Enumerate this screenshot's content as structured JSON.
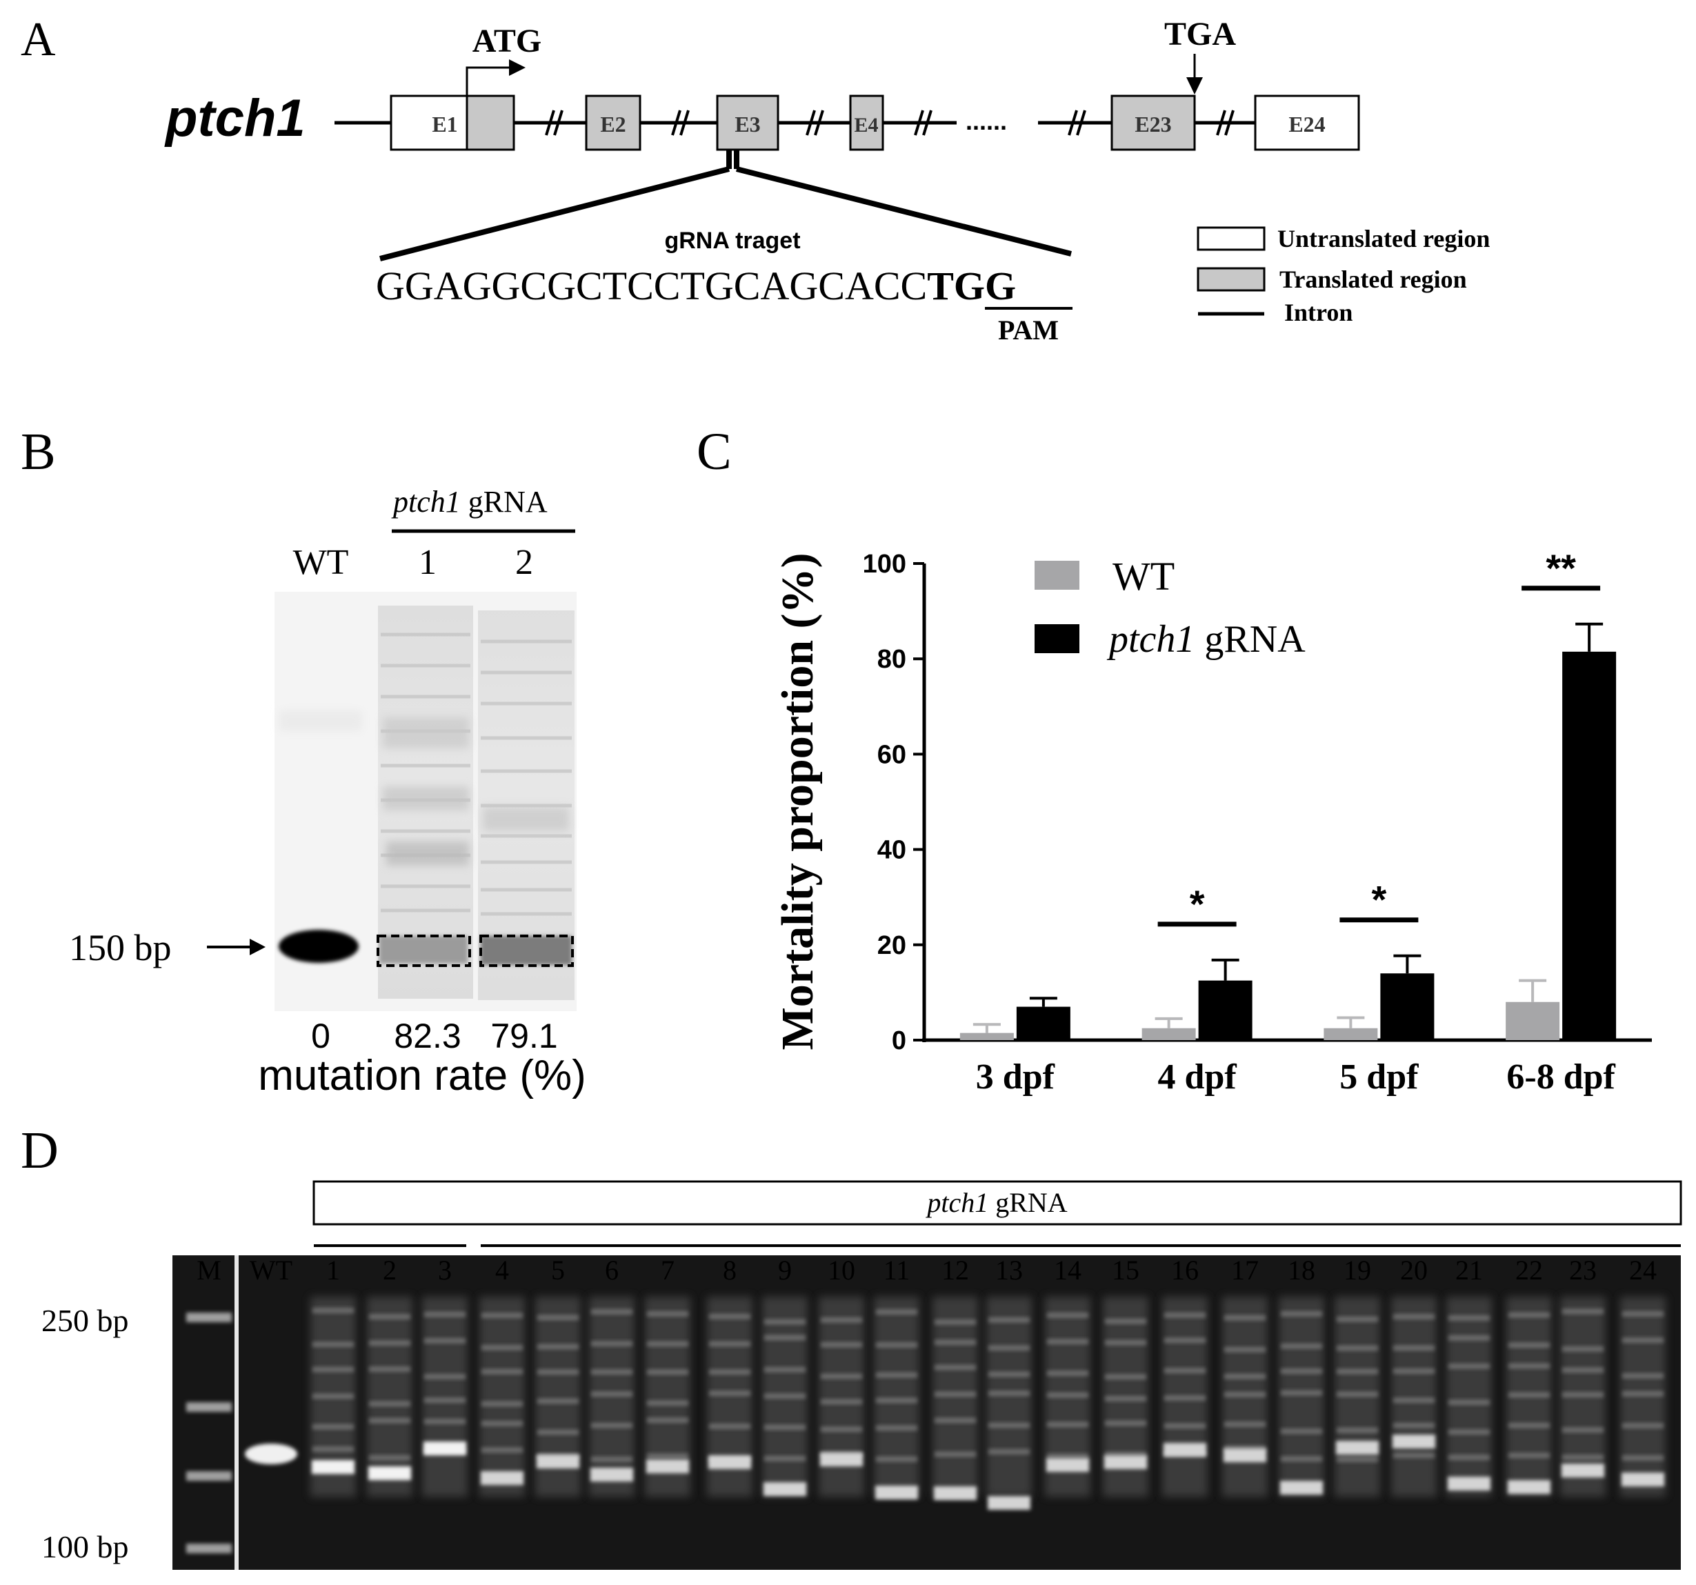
{
  "panel_labels": {
    "a": "A",
    "b": "B",
    "c": "C",
    "d": "D"
  },
  "panel_a": {
    "gene": "ptch1",
    "start_codon": "ATG",
    "stop_codon": "TGA",
    "exons": {
      "e1": "E1",
      "e2": "E2",
      "e3": "E3",
      "e4": "E4",
      "e23": "E23",
      "e24": "E24"
    },
    "ellipsis": "......",
    "grna_title": "gRNA traget",
    "seq_main": "GGAGGCGCTCCTGCAGCACC",
    "seq_pam": "TGG",
    "pam_label": "PAM",
    "legend": {
      "untranslated": "Untranslated region",
      "translated": "Translated region",
      "intron": "Intron"
    },
    "colors": {
      "translated_fill": "#c8c8c8",
      "untranslated_fill": "#ffffff"
    }
  },
  "panel_b": {
    "group_italic": "ptch1",
    "group_rest": " gRNA",
    "lanes": [
      "WT",
      "1",
      "2"
    ],
    "marker": "150 bp",
    "rates": [
      "0",
      "82.3",
      "79.1"
    ],
    "rate_label": "mutation rate (%)"
  },
  "chart_data": {
    "type": "bar",
    "categories": [
      "3 dpf",
      "4 dpf",
      "5 dpf",
      "6-8 dpf"
    ],
    "ylabel": "Mortality proportion (%)",
    "ylim": [
      0,
      100
    ],
    "yticks": [
      "0",
      "20",
      "40",
      "60",
      "80",
      "100"
    ],
    "grid": false,
    "legend_position": "top-left",
    "series": [
      {
        "name": "WT",
        "color": "#a6a6a8",
        "values": [
          1.5,
          2.5,
          2.5,
          8.0
        ],
        "errors": [
          1.8,
          2.0,
          2.2,
          4.5
        ]
      },
      {
        "name_italic": "ptch1",
        "name_rest": " gRNA",
        "color": "#000000",
        "values": [
          7.0,
          12.5,
          14.0,
          81.5
        ],
        "errors": [
          1.8,
          4.3,
          3.7,
          5.8
        ]
      }
    ],
    "significance": [
      "",
      "*",
      "*",
      "**"
    ]
  },
  "panel_d": {
    "group_italic": "ptch1",
    "group_rest": " gRNA",
    "lanes": [
      "M",
      "WT",
      "1",
      "2",
      "3",
      "4",
      "5",
      "6",
      "7",
      "8",
      "9",
      "10",
      "11",
      "12",
      "13",
      "14",
      "15",
      "16",
      "17",
      "18",
      "19",
      "20",
      "21",
      "22",
      "23",
      "24"
    ],
    "marker_top": "250 bp",
    "marker_bottom": "100 bp"
  }
}
